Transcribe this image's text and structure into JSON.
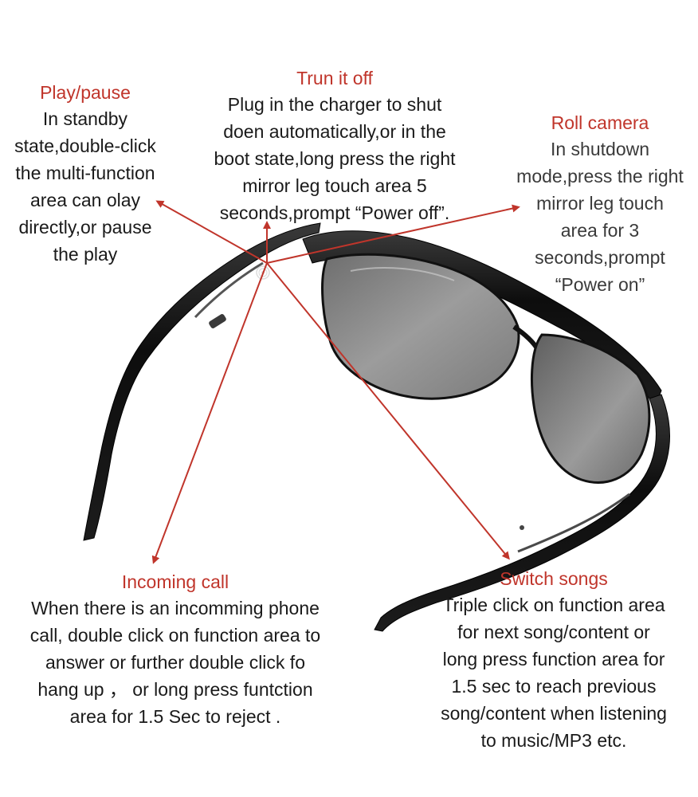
{
  "blocks": {
    "play_pause": {
      "title": "Play/pause",
      "body": "In standby\nstate,double-click\nthe multi-function\narea can olay\ndirectly,or pause\nthe play"
    },
    "turn_off": {
      "title": "Trun it off",
      "body": "Plug in the charger to shut\ndoen automatically,or in the\nboot state,long press the right\nmirror leg touch area 5\nseconds,prompt “Power off”."
    },
    "roll_camera": {
      "title": "Roll camera",
      "body": "In shutdown\nmode,press the right\nmirror leg touch\narea for 3\nseconds,prompt\n“Power on”"
    },
    "incoming_call": {
      "title": "Incoming call",
      "body": "When there is an incomming phone\ncall, double click on function area to\nanswer  or   further double click fo\nhang up  ，  or long press  funtction\narea  for 1.5 Sec to reject ."
    },
    "switch_songs": {
      "title": "Switch songs",
      "body": "Triple click on function area\nfor next song/content  or\nlong press  function area for\n1.5 sec to  reach previous\nsong/content  when listening\nto music/MP3  etc."
    }
  },
  "colors": {
    "title": "#c0352b",
    "arrow": "#c0352b",
    "frame": "#111111",
    "lens": "#8e8e8e"
  }
}
